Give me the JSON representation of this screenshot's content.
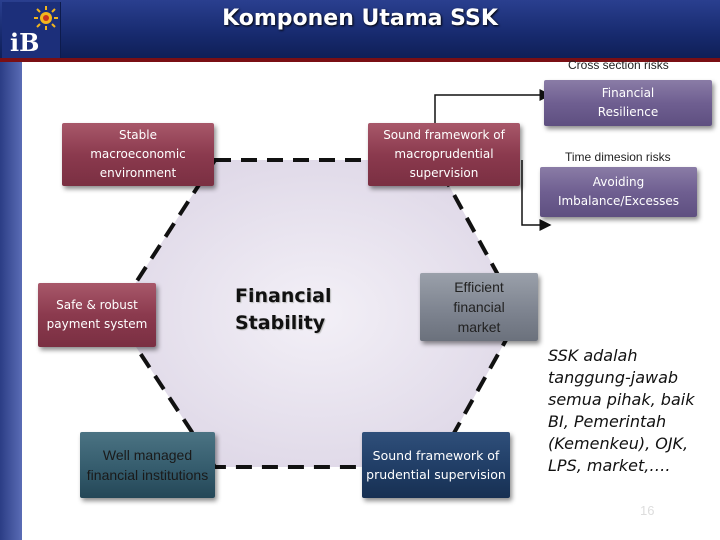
{
  "header": {
    "title": "Komponen Utama SSK",
    "logo_text": "iB"
  },
  "risk_labels": {
    "cross_section": "Cross section risks",
    "time_dimension": "Time dimesion risks"
  },
  "right_boxes": {
    "financial_resilience": "Financial Resilience",
    "avoiding_imbalance": "Avoiding Imbalance/Excesses"
  },
  "hexagon": {
    "center_label": "Financial Stability",
    "nodes": {
      "stable_macro": "Stable macroeconomic environment",
      "macroprudential": "Sound framework of macroprudential supervision",
      "payment_system": "Safe & robust payment system",
      "financial_market": "Efficient financial market",
      "institutions": "Well managed financial institutions",
      "prudential": "Sound framework of prudential supervision"
    }
  },
  "note": "SSK adalah tanggung-jawab semua pihak, baik BI, Pemerintah (Kemenkeu), OJK, LPS, market,….",
  "page_number": "16",
  "colors": {
    "header": "#1c2f7a",
    "header_strip": "#7a0f14",
    "hexagon_fill": "#e9e5ef",
    "box_maroon": "#8b3a4e",
    "box_purple": "#6f5f91",
    "box_navy": "#1f3c64"
  }
}
